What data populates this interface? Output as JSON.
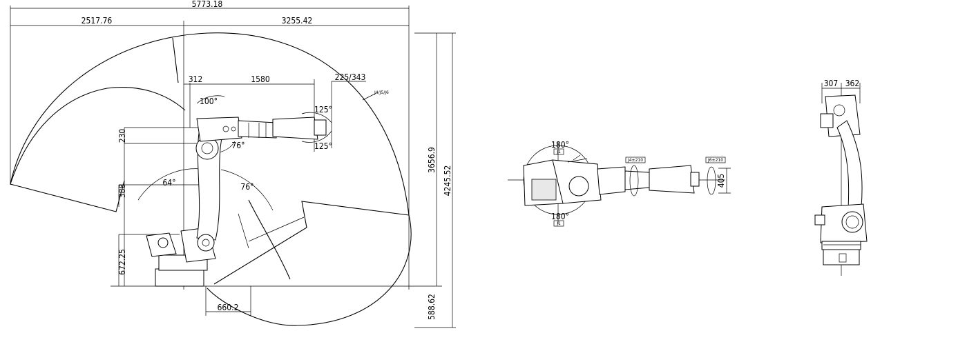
{
  "side_view": {
    "dims": {
      "overall_width": "5773.18",
      "rear_reach": "2517.76",
      "front_reach": "3255.42",
      "shoulder_offset": "312",
      "arm_length": "1580",
      "wrist_length": "225/343",
      "upper_height": "230",
      "elbow_drop": "388",
      "base_height": "672.25",
      "base_width": "660.2",
      "total_height": "4245.52",
      "envelope_height": "3656.9",
      "below_base": "588.62"
    },
    "angles": {
      "a100": "100°",
      "a125_top": "125°",
      "a125_bottom": "125°",
      "a76_small": "76°",
      "a64": "64°",
      "a76_large": "76°"
    },
    "point_label": "J4/J5/J6"
  },
  "top_view": {
    "angle_top": "180°",
    "angle_bottom": "180°",
    "j1_top": "J1",
    "j1_bottom": "J1",
    "j4_label": "J4±210",
    "j6_label": "J6±210",
    "dim_405": "405"
  },
  "front_view": {
    "dim_left": "307",
    "dim_right": "362"
  }
}
